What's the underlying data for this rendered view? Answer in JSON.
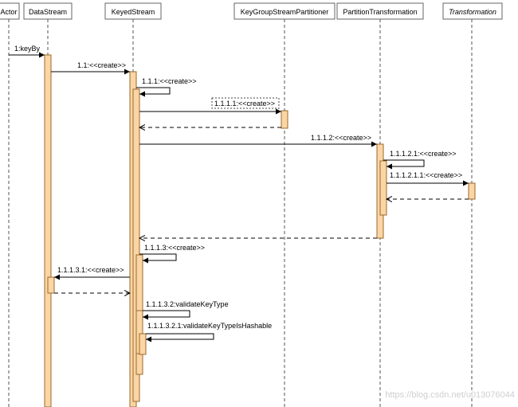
{
  "participants": [
    {
      "id": "actor",
      "label": "Actor"
    },
    {
      "id": "datastream",
      "label": "DataStream"
    },
    {
      "id": "keyedstream",
      "label": "KeyedStream"
    },
    {
      "id": "partitioner",
      "label": "KeyGroupStreamPartitioner"
    },
    {
      "id": "partitiontransformation",
      "label": "PartitionTransformation"
    },
    {
      "id": "transformation",
      "label": "Transformation",
      "italic": true
    }
  ],
  "messages": [
    {
      "label": "1:keyBy"
    },
    {
      "label": "1.1:<<create>>"
    },
    {
      "label": "1.1.1:<<create>>"
    },
    {
      "label": "1.1.1.1:<<create>>"
    },
    {
      "label": "1.1.1.2:<<create>>"
    },
    {
      "label": "1.1.1.2.1:<<create>>"
    },
    {
      "label": "1.1.1.2.1.1:<<create>>"
    },
    {
      "label": "1.1.1.3:<<create>>"
    },
    {
      "label": "1.1.1.3.1:<<create>>"
    },
    {
      "label": "1.1.1.3.2:validateKeyType"
    },
    {
      "label": "1.1.1.3.2.1:validateKeyTypeIsHashable"
    }
  ],
  "watermark": "https://blog.csdn.net/u013076044",
  "colors": {
    "activation_fill": "#fcd5a5",
    "activation_stroke": "#9a6a2a",
    "line": "#000000",
    "lifeline": "#555555",
    "header_border": "#666666"
  }
}
